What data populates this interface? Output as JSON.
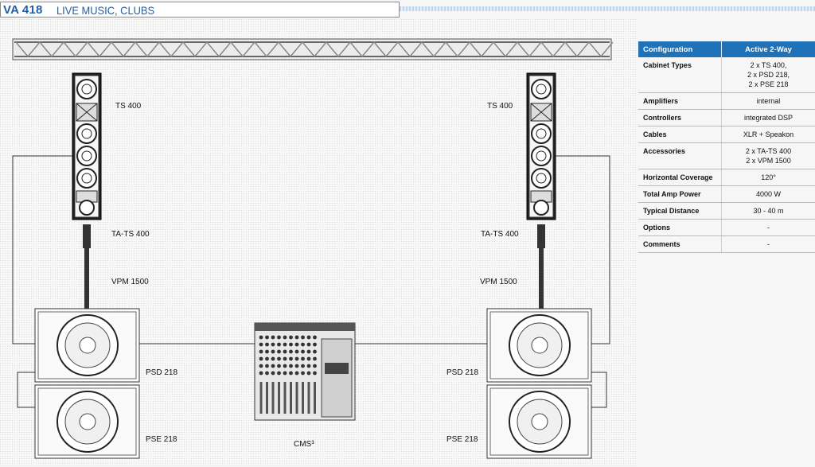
{
  "header": {
    "code": "VA 418",
    "title": "LIVE MUSIC, CLUBS"
  },
  "diagram": {
    "left": {
      "top_speaker": "TS 400",
      "adapter": "TA-TS 400",
      "pole": "VPM 1500",
      "sub_top": "PSD 218",
      "sub_bottom": "PSE 218"
    },
    "right": {
      "top_speaker": "TS 400",
      "adapter": "TA-TS 400",
      "pole": "VPM 1500",
      "sub_top": "PSD 218",
      "sub_bottom": "PSE 218"
    },
    "mixer": "CMS³"
  },
  "spec_table": {
    "header_key": "Configuration",
    "header_value": "Active 2-Way",
    "rows": [
      {
        "key": "Cabinet Types",
        "value": "2 x TS 400,\n2 x PSD 218,\n2 x PSE 218"
      },
      {
        "key": "Amplifiers",
        "value": "internal"
      },
      {
        "key": "Controllers",
        "value": "integrated DSP"
      },
      {
        "key": "Cables",
        "value": "XLR + Speakon"
      },
      {
        "key": "Accessories",
        "value": "2 x TA-TS 400\n2 x VPM 1500"
      },
      {
        "key": "Horizontal Coverage",
        "value": "120°"
      },
      {
        "key": "Total Amp Power",
        "value": "4000 W"
      },
      {
        "key": "Typical Distance",
        "value": "30 - 40 m"
      },
      {
        "key": "Options",
        "value": "-"
      },
      {
        "key": "Comments",
        "value": "-"
      }
    ]
  }
}
